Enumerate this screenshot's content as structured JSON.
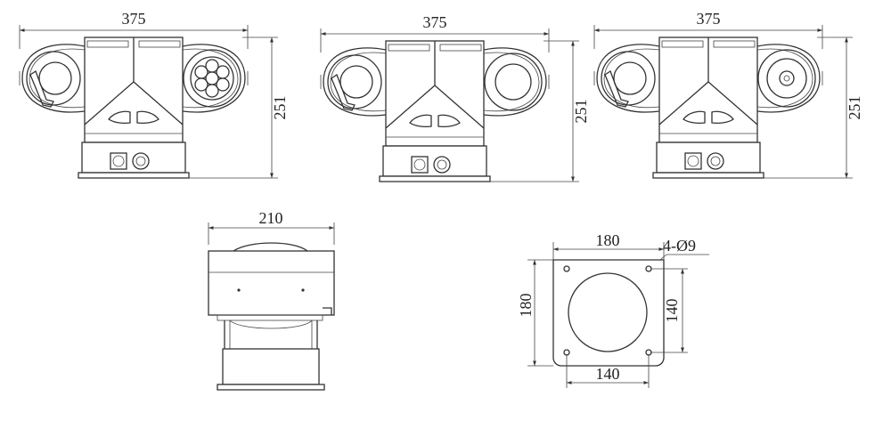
{
  "drawing": {
    "front_views": [
      {
        "width_label": "375",
        "height_label": "251",
        "right_module": "ir-led-cluster"
      },
      {
        "width_label": "375",
        "height_label": "251",
        "right_module": "round-window"
      },
      {
        "width_label": "375",
        "height_label": "251",
        "right_module": "thermal-lens"
      }
    ],
    "side_view": {
      "width_label": "210"
    },
    "base_plate": {
      "top_width_label": "180",
      "left_height_label": "180",
      "hole_spec_label": "4-Ø9",
      "right_height_label": "140",
      "bottom_width_label": "140"
    }
  }
}
